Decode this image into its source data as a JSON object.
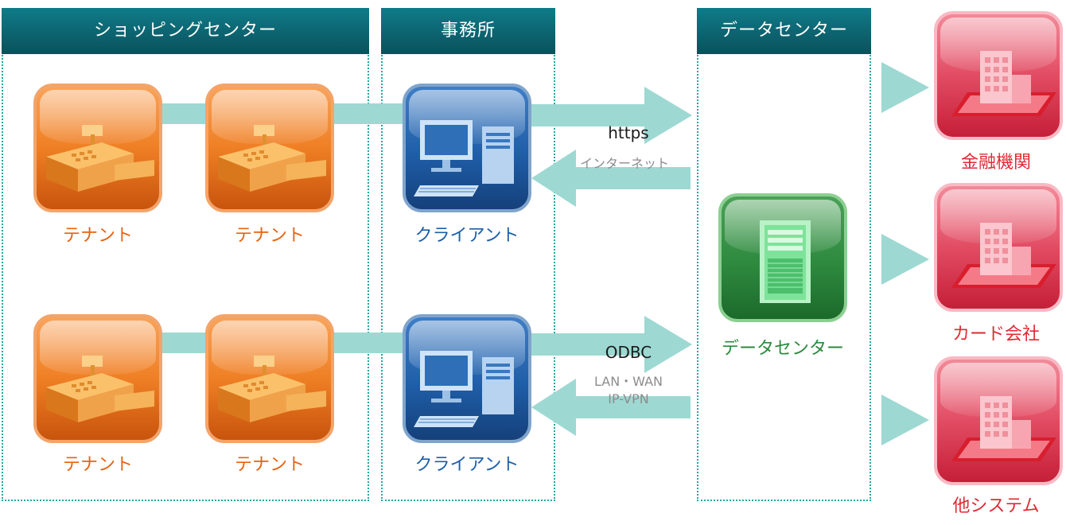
{
  "sections": {
    "shopping_center": "ショッピングセンター",
    "office": "事務所",
    "data_center": "データセンター"
  },
  "nodes": {
    "tenant_1": "テナント",
    "tenant_2": "テナント",
    "tenant_3": "テナント",
    "tenant_4": "テナント",
    "client_top": "クライアント",
    "client_bottom": "クライアント",
    "data_center": "データセンター",
    "financial": "金融機関",
    "card_company": "カード会社",
    "other_system": "他システム"
  },
  "connections": {
    "top_protocol": "https",
    "top_network": "インターネット",
    "bottom_protocol": "ODBC",
    "bottom_network_1": "LAN・WAN",
    "bottom_network_2": "IP-VPN"
  },
  "colors": {
    "header": "#0c6470",
    "flow": "#9dd9d2",
    "tenant": "#ef7f24",
    "client": "#1f5ea8",
    "server": "#2e8a3f",
    "external": "#e24c63"
  },
  "icons": {
    "tenant": "cash-register-icon",
    "client": "desktop-computer-icon",
    "server": "server-tower-icon",
    "external": "building-icon"
  }
}
